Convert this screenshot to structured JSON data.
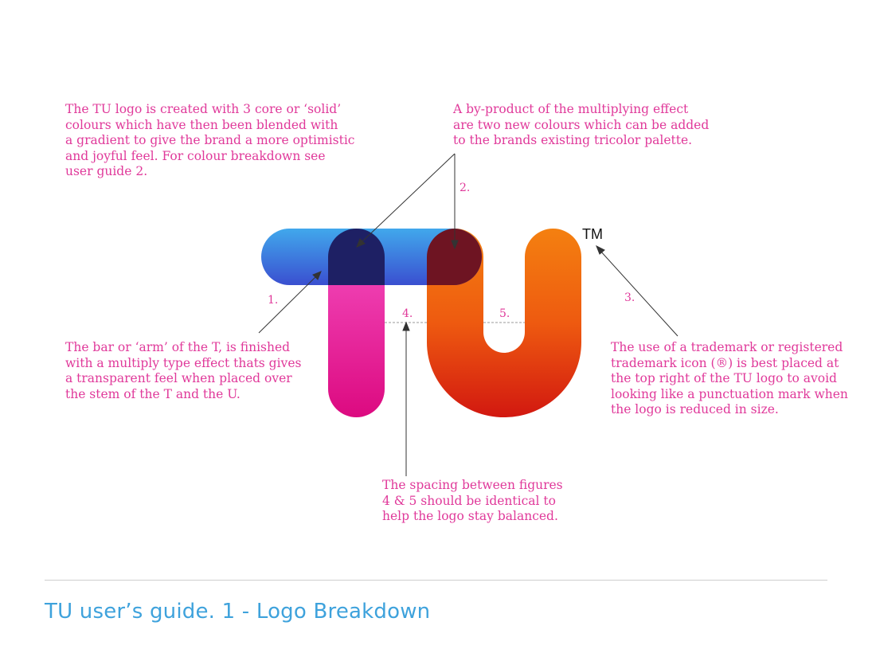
{
  "annotations": {
    "top_left": "The TU logo is created with 3 core or ‘solid’\ncolours which have then been blended with\na gradient to give the brand a more optimistic\nand joyful feel. For colour breakdown see\nuser guide 2.",
    "top_right": "A by-product of the multiplying effect\nare two new colours which can be added\nto the brands existing tricolor palette.",
    "left": "The bar or ‘arm’ of the T, is finished\nwith a multiply type effect thats gives\na transparent feel when placed over\nthe stem of the T and the U.",
    "right": "The use of a trademark or registered\ntrademark icon (®) is best placed at\nthe top right of the TU logo to avoid\nlooking like a punctuation mark when\nthe logo is reduced in size.",
    "bottom": "The spacing between figures\n4 & 5 should be identical to\nhelp the logo stay balanced."
  },
  "figure_labels": {
    "one": "1.",
    "two": "2.",
    "three": "3.",
    "four": "4.",
    "five": "5."
  },
  "logo": {
    "trademark": "TM",
    "colors": {
      "bar_top": "#41a8ec",
      "bar_bottom": "#3a4fd0",
      "stem_top": "#f652c4",
      "stem_bottom": "#dc0a80",
      "u_top": "#f48010",
      "u_bottom": "#d21810",
      "overlap_stem": "#1e2064",
      "overlap_u": "#6e1422"
    }
  },
  "footer": {
    "title": "TU user’s guide.  1 - Logo Breakdown",
    "title_color": "#3ea2dc"
  },
  "text_color": "#e0399a"
}
